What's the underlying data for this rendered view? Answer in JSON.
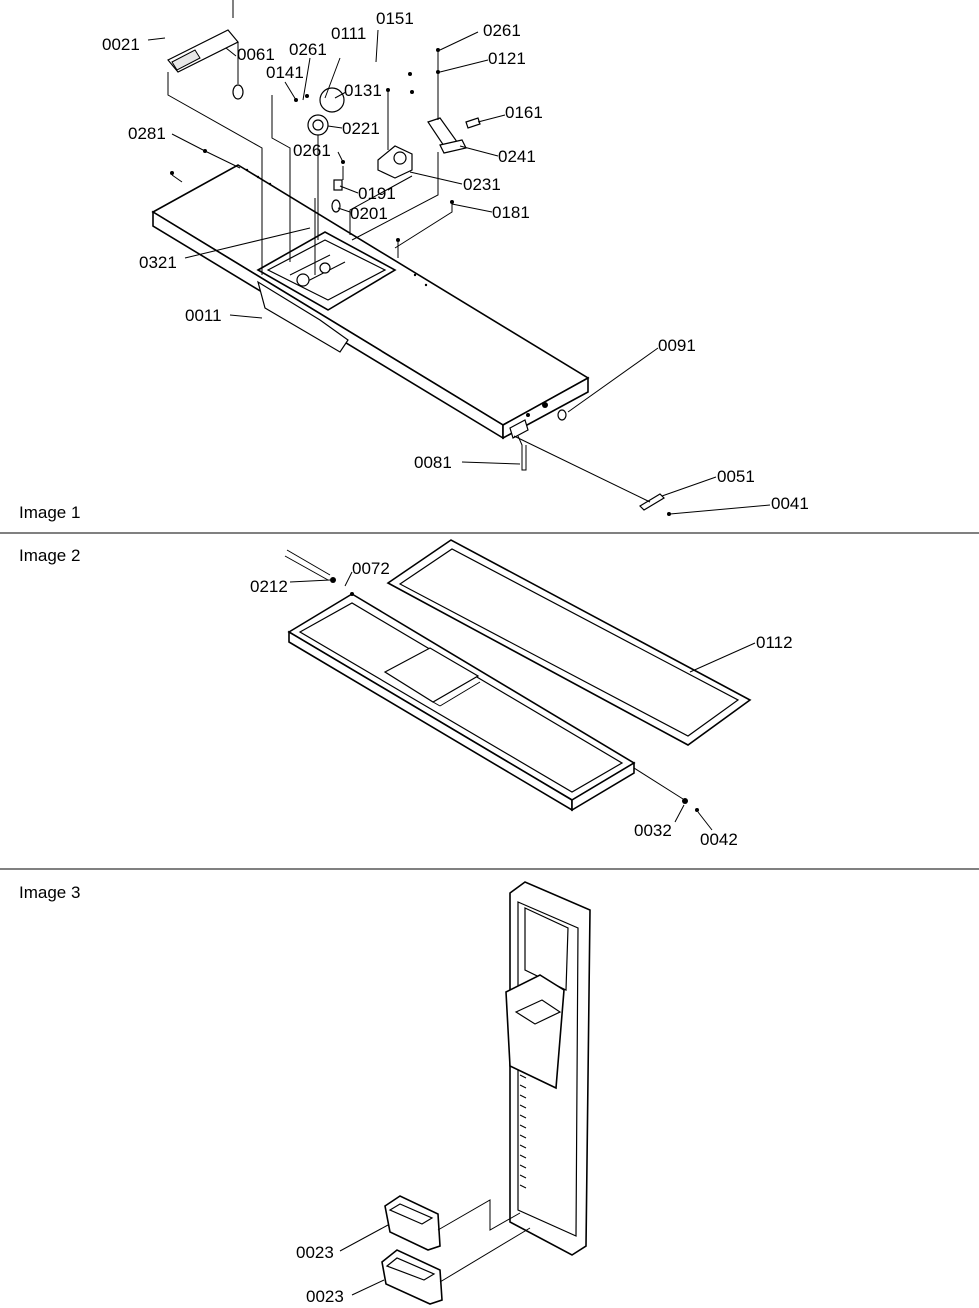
{
  "panels": [
    {
      "title": "Image 1"
    },
    {
      "title": "Image 2"
    },
    {
      "title": "Image 3"
    }
  ],
  "labels": {
    "p0021": "0021",
    "p0061": "0061",
    "p0261a": "0261",
    "p0111": "0111",
    "p0151": "0151",
    "p0141": "0141",
    "p0131": "0131",
    "p0221": "0221",
    "p0261b": "0261",
    "p0121": "0121",
    "p0161": "0161",
    "p0241": "0241",
    "p0231": "0231",
    "p0281": "0281",
    "p0261c": "0261",
    "p0191": "0191",
    "p0201": "0201",
    "p0181": "0181",
    "p0321": "0321",
    "p0011": "0011",
    "p0091": "0091",
    "p0081": "0081",
    "p0051": "0051",
    "p0041": "0041",
    "p0212": "0212",
    "p0072": "0072",
    "p0112": "0112",
    "p0032": "0032",
    "p0042": "0042",
    "p0023a": "0023",
    "p0023b": "0023"
  }
}
